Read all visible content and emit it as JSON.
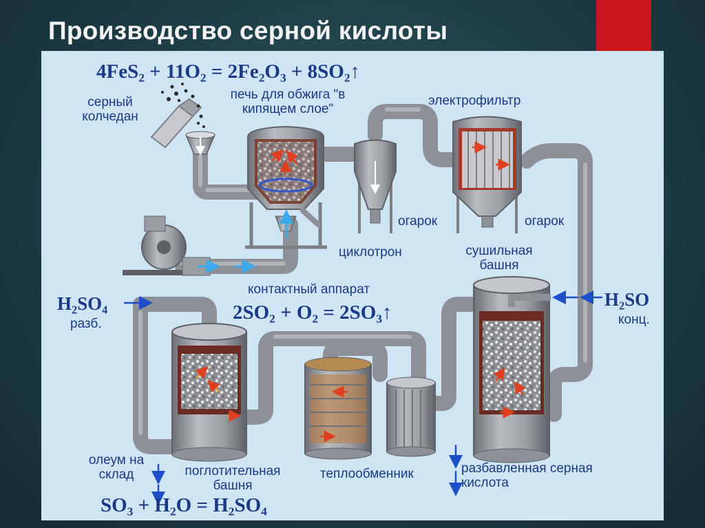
{
  "slide": {
    "title": "Производство серной кислоты",
    "accent_color": "#c9141b"
  },
  "equations": {
    "roasting": "4FeS₂ + 11O₂ = 2Fe₂O₃ + 8SO₂↑",
    "contact": "2SO₂ + O₂ = 2SO₃↑",
    "absorption": "SO₃ + H₂O = H₂SO₄"
  },
  "labels": {
    "pyrite": "серный колчедан",
    "furnace": "печь для обжига \"в кипящем слое\"",
    "electrofilter": "электрофильтр",
    "cinder_1": "огарок",
    "cinder_2": "огарок",
    "cyclone": "циклотрон",
    "drying_tower": "сушильная башня",
    "contact_apparatus": "контактный аппарат",
    "acid_dilute": "H₂SO₄",
    "acid_dilute_note": "разб.",
    "acid_conc": "H₂SO",
    "acid_conc_note": "конц.",
    "oleum": "олеум на склад",
    "absorber": "поглотительная башня",
    "heat_exchanger": "теплообменник",
    "dilute_output": "разбавленная серная кислота"
  }
}
